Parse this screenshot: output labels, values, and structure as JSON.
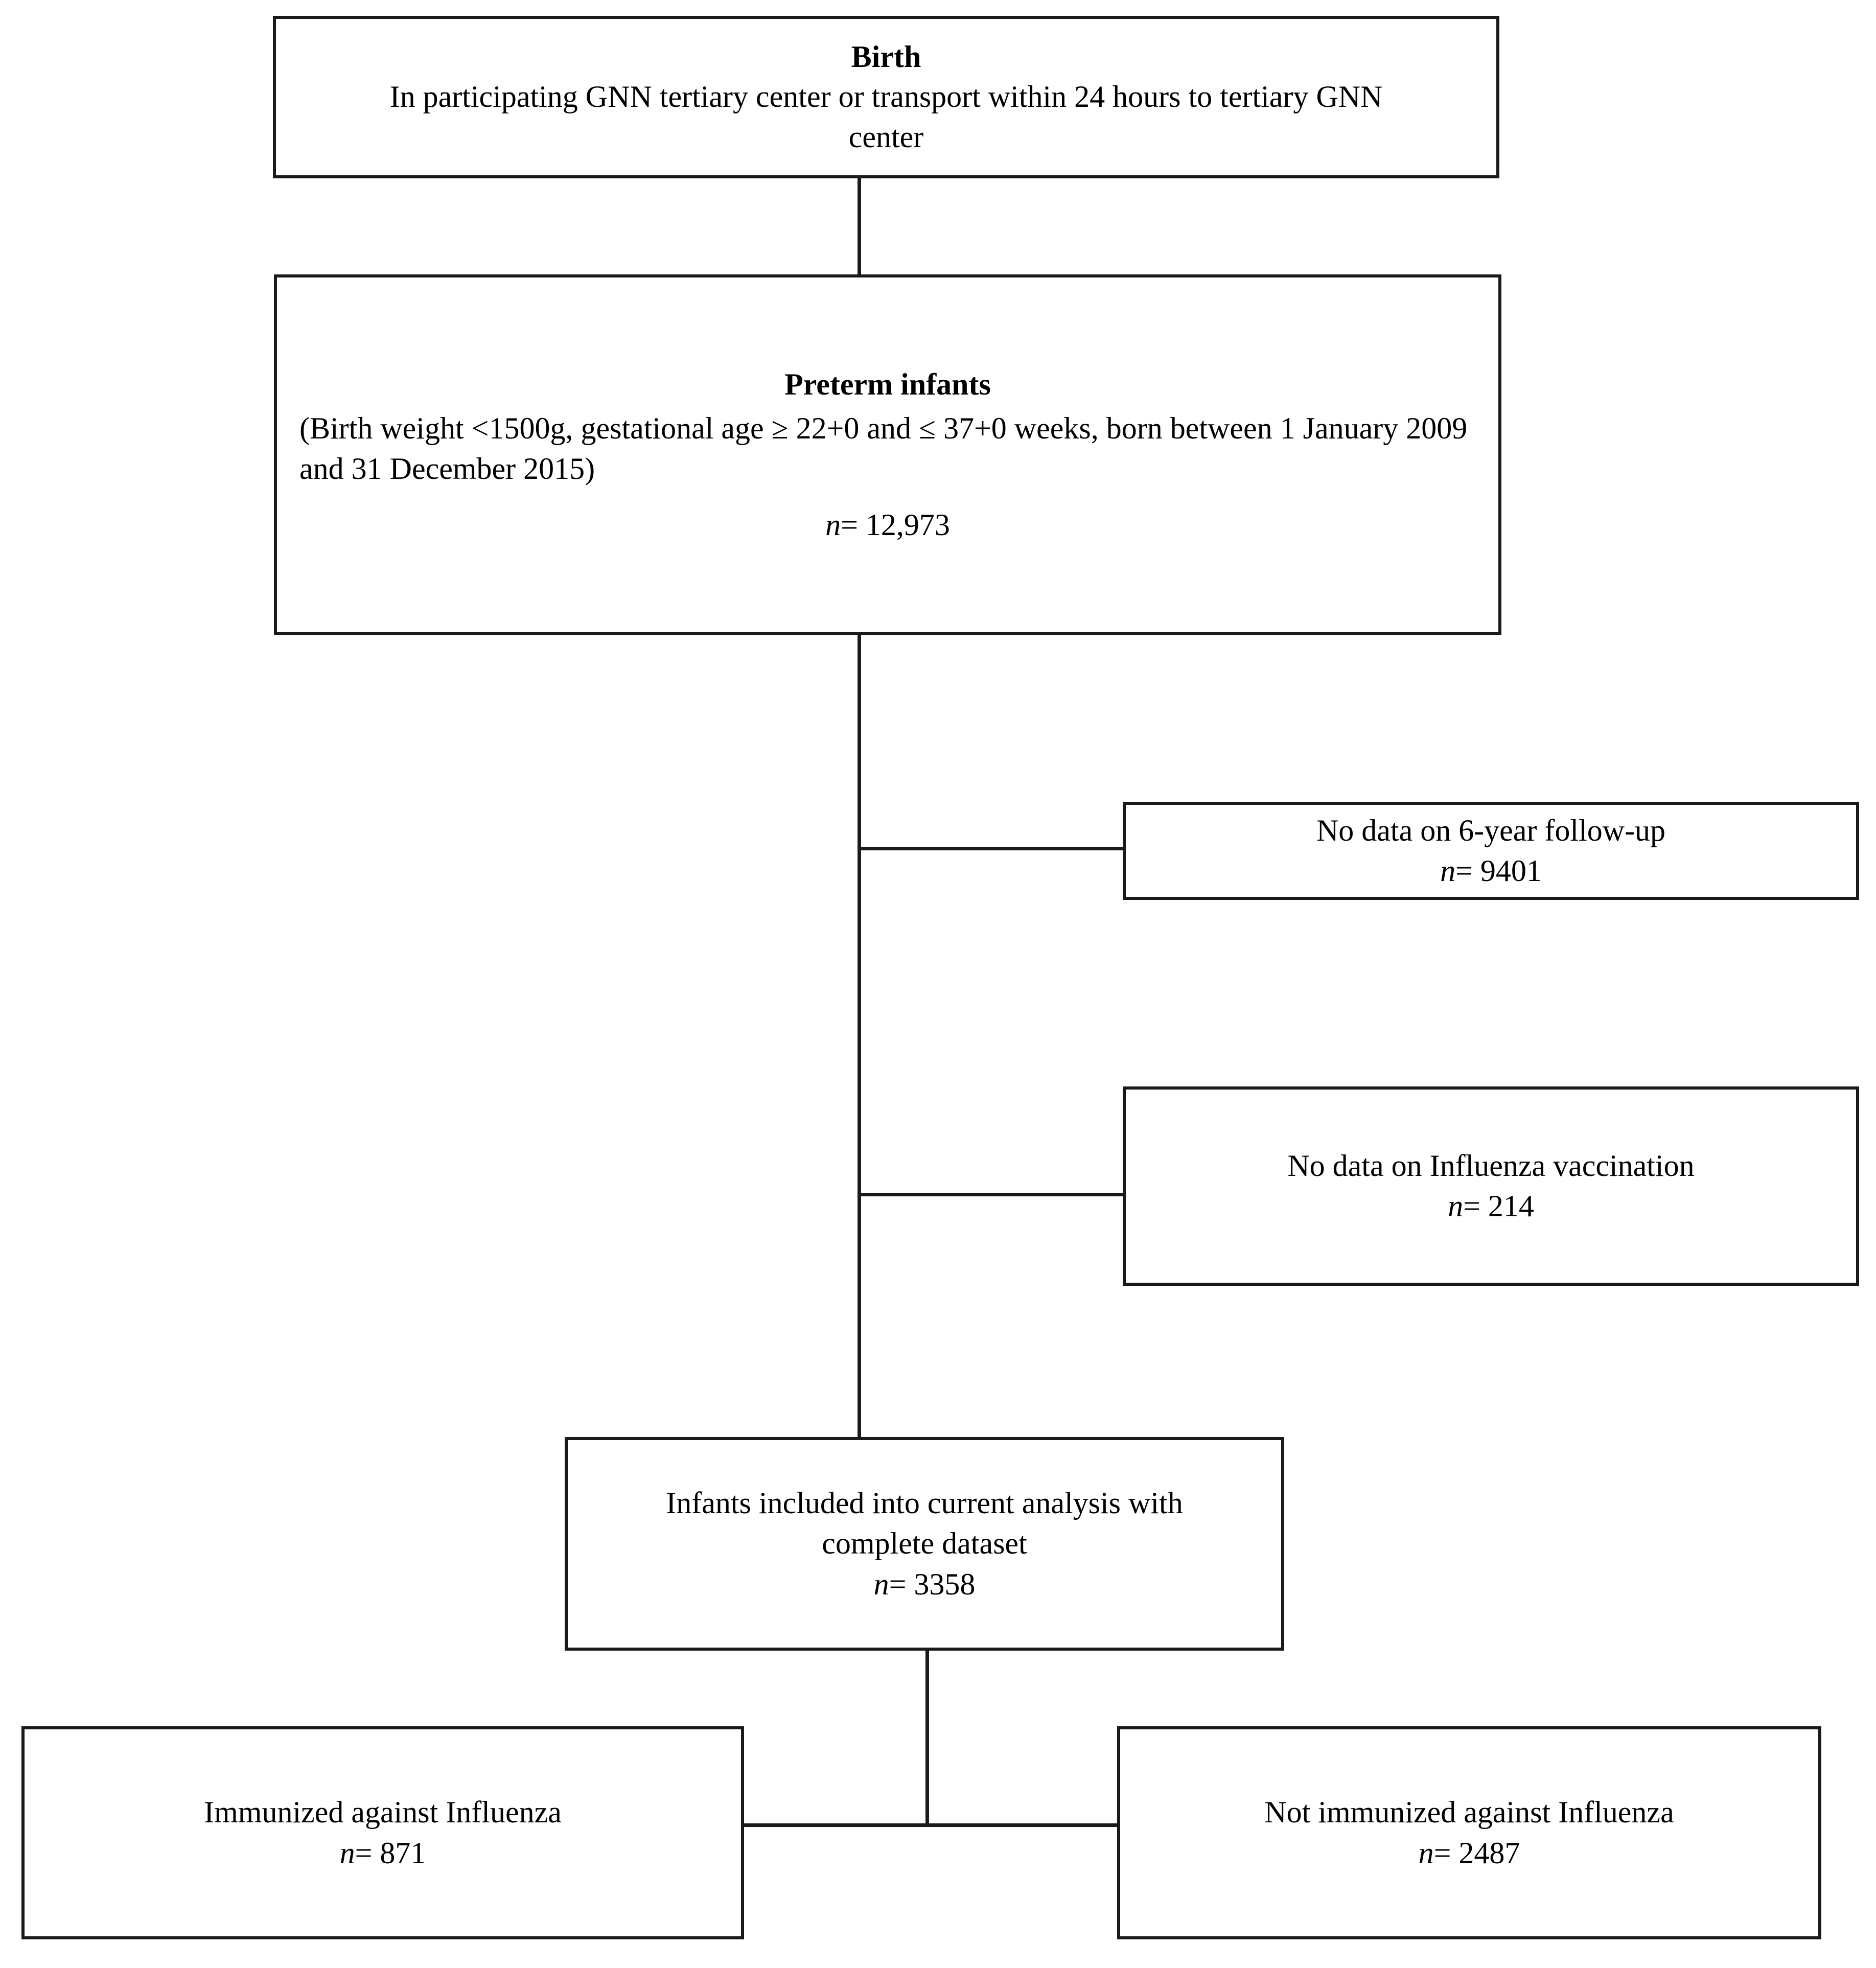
{
  "diagram": {
    "type": "study-flow-chart",
    "nodes": [
      {
        "id": "birth",
        "title": "Birth",
        "body": "In participating GNN tertiary center or transport within 24 hours to tertiary GNN center",
        "n_prefix": "",
        "n_value": ""
      },
      {
        "id": "preterm",
        "title": "Preterm infants",
        "body": "(Birth weight <1500g, gestational age ≥ 22+0 and ≤ 37+0 weeks, born between 1 January 2009 and 31 December 2015)",
        "n_prefix": "n",
        "n_value": "= 12,973"
      },
      {
        "id": "no-followup",
        "title": "",
        "body": "No data on 6-year follow-up",
        "n_prefix": "n",
        "n_value": "= 9401"
      },
      {
        "id": "no-vaccination-data",
        "title": "",
        "body": "No data on Influenza vaccination",
        "n_prefix": "n",
        "n_value": "= 214"
      },
      {
        "id": "included",
        "title": "",
        "body": "Infants included into current analysis with complete dataset",
        "n_prefix": "n",
        "n_value": "= 3358"
      },
      {
        "id": "immunized",
        "title": "",
        "body": "Immunized against Influenza",
        "n_prefix": "n",
        "n_value": "= 871"
      },
      {
        "id": "not-immunized",
        "title": "",
        "body": "Not immunized against Influenza",
        "n_prefix": "n",
        "n_value": "= 2487"
      }
    ],
    "colors": {
      "border": "#1a1a1a",
      "background": "#ffffff",
      "text": "#000000"
    }
  }
}
